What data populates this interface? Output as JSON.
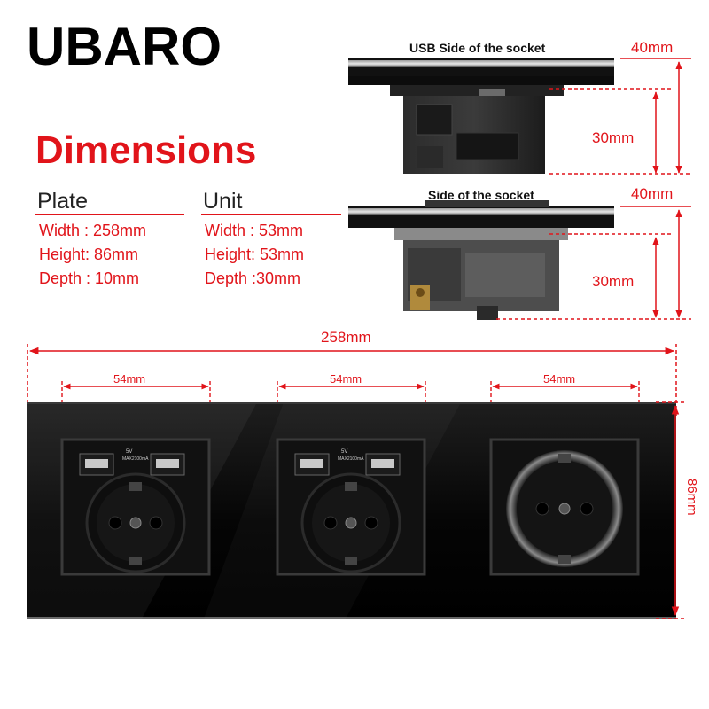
{
  "brand": "UBARO",
  "heading": "Dimensions",
  "plate": {
    "title": "Plate",
    "width": "Width : 258mm",
    "height": "Height: 86mm",
    "depth": "Depth : 10mm"
  },
  "unit": {
    "title": "Unit",
    "width": "Width : 53mm",
    "height": "Height: 53mm",
    "depth": "Depth :30mm"
  },
  "side_views": {
    "usb_label": "USB  Side of the socket",
    "side_label": "Side of the socket",
    "depth_total_top": "40mm",
    "depth_body_top": "30mm",
    "depth_total_bottom": "40mm",
    "depth_body_bottom": "30mm"
  },
  "front": {
    "overall_width": "258mm",
    "overall_height": "86mm",
    "module_width_1": "54mm",
    "module_width_2": "54mm",
    "module_width_3": "54mm",
    "usb_rating_1": "5V",
    "usb_rating_1b": "MAX2100mA",
    "usb_rating_2": "5V",
    "usb_rating_2b": "MAX2100mA"
  },
  "colors": {
    "accent": "#e1141a",
    "glass": "#0b0b0b",
    "frame": "#2a2a2a"
  },
  "icons": [
    "usb-port-icon",
    "schuko-socket-icon"
  ]
}
